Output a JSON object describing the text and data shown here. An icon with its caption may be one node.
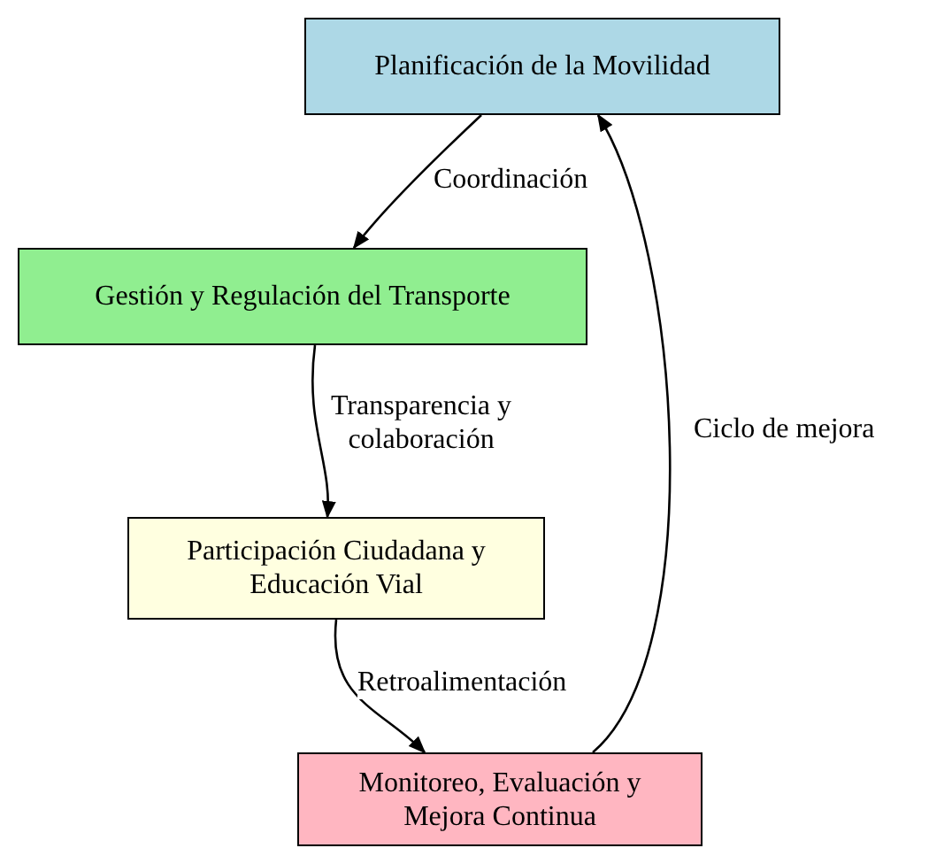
{
  "diagram": {
    "nodes": [
      {
        "text": [
          "Planificación de la Movilidad"
        ]
      },
      {
        "text": [
          "Gestión y Regulación del Transporte"
        ]
      },
      {
        "text": [
          "Participación Ciudadana y Educación Vial"
        ]
      },
      {
        "text": [
          "Monitoreo, Evaluación y Mejora Continua"
        ]
      }
    ],
    "edges": [
      {
        "from": 0,
        "to": 1,
        "arrow": "to",
        "label": "Coordinación"
      },
      {
        "from": 1,
        "to": 2,
        "arrow": "to",
        "label": "Transparencia y colaboración"
      },
      {
        "from": 2,
        "to": 3,
        "arrow": "to",
        "label": "Retroalimentación"
      },
      {
        "from": 3,
        "to": 0,
        "arrow": "to",
        "label": "Ciclo de mejora"
      }
    ]
  }
}
